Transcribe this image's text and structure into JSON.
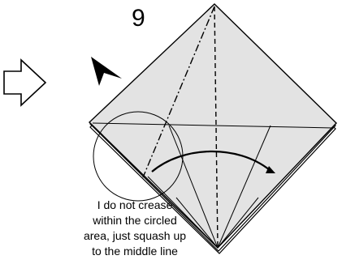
{
  "step": {
    "number": "9"
  },
  "note": {
    "lines": [
      "I do not crease",
      "within the circled",
      "area, just squash up",
      "to the middle line"
    ]
  },
  "icons": {
    "next_arrow": "outline-arrow-right-icon",
    "push_marker": "black-arrowhead-icon",
    "fold_arrow": "curved-fold-arrow-icon"
  },
  "colors": {
    "paper_fill": "#e3e3e3",
    "line": "#000000",
    "background": "#ffffff"
  }
}
